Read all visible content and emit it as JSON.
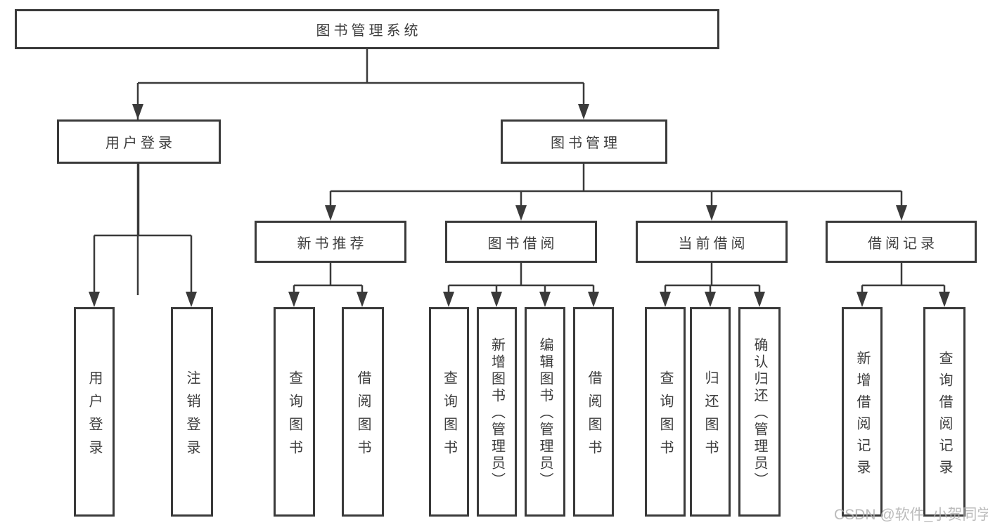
{
  "diagram": {
    "root": {
      "label": "图书管理系统"
    },
    "level2": [
      {
        "label": "用户登录"
      },
      {
        "label": "图书管理"
      }
    ],
    "level3": [
      {
        "label": "新书推荐"
      },
      {
        "label": "图书借阅"
      },
      {
        "label": "当前借阅"
      },
      {
        "label": "借阅记录"
      }
    ],
    "leaves": {
      "user_login": [
        {
          "label": "用户登录"
        },
        {
          "label": "注销登录"
        }
      ],
      "new_books": [
        {
          "label": "查询图书"
        },
        {
          "label": "借阅图书"
        }
      ],
      "book_borrow": [
        {
          "label": "查询图书"
        },
        {
          "label": "新增图书（管理员）"
        },
        {
          "label": "编辑图书（管理员）"
        },
        {
          "label": "借阅图书"
        }
      ],
      "current_borrow": [
        {
          "label": "查询图书"
        },
        {
          "label": "归还图书"
        },
        {
          "label": "确认归还（管理员）"
        }
      ],
      "borrow_records": [
        {
          "label": "新增借阅记录"
        },
        {
          "label": "查询借阅记录"
        }
      ]
    },
    "watermark": "CSDN @软件_小贺同学",
    "colors": {
      "line": "#3a3a3a",
      "text": "#3d3d3d",
      "box_bg": "#ffffff",
      "watermark": "#afafaf"
    }
  }
}
